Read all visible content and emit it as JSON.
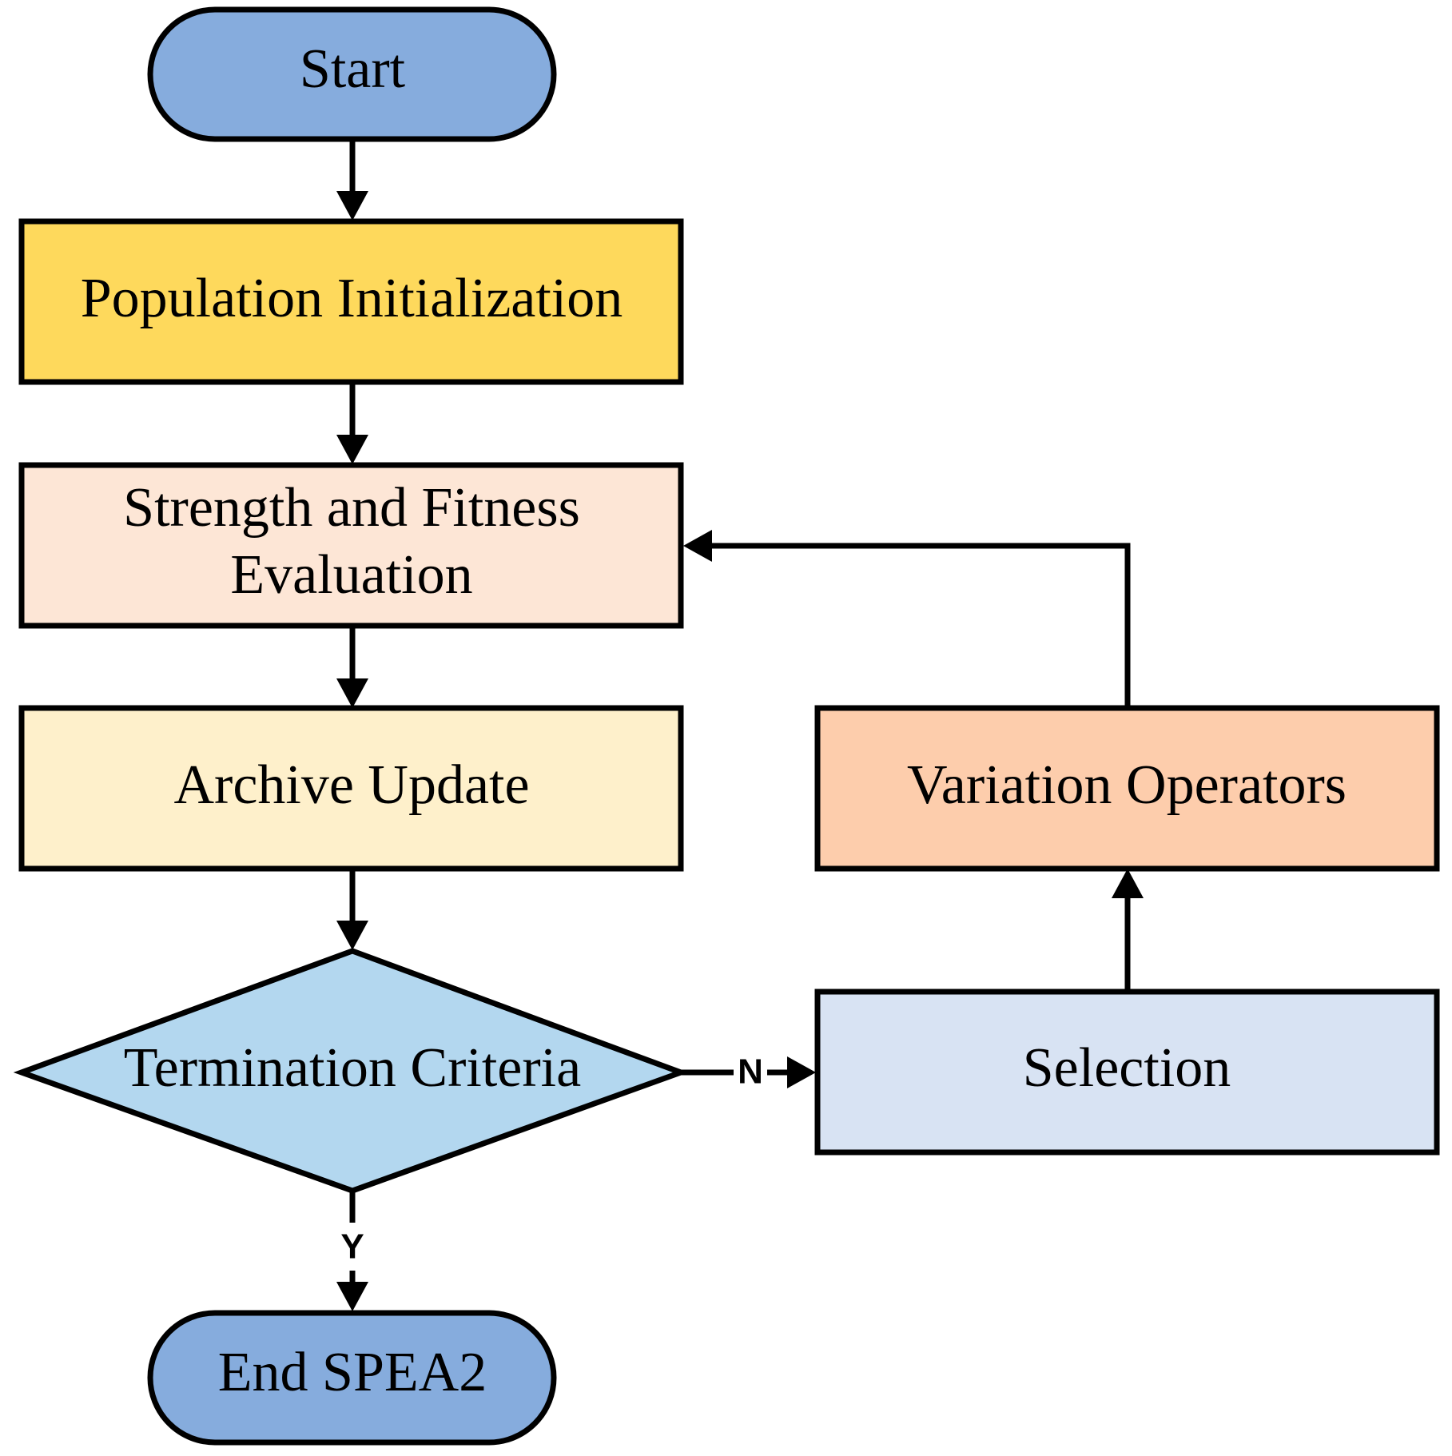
{
  "diagram": {
    "nodes": {
      "start": {
        "label": "Start",
        "shape": "terminal",
        "fill": "#86ACDD"
      },
      "population_init": {
        "label": "Population Initialization",
        "shape": "process",
        "fill": "#FED95C"
      },
      "fitness_eval": {
        "line1": "Strength and Fitness",
        "line2": "Evaluation",
        "shape": "process",
        "fill": "#FDE6D6"
      },
      "archive_update": {
        "label": "Archive Update",
        "shape": "process",
        "fill": "#FEF0CB"
      },
      "termination": {
        "label": "Termination Criteria",
        "shape": "decision",
        "fill": "#B3D7EF"
      },
      "end": {
        "label": "End SPEA2",
        "shape": "terminal",
        "fill": "#86ACDD"
      },
      "selection": {
        "label": "Selection",
        "shape": "process",
        "fill": "#D8E3F3"
      },
      "variation": {
        "label": "Variation Operators",
        "shape": "process",
        "fill": "#FDCDAC"
      }
    },
    "edges": [
      {
        "from": "start",
        "to": "population_init"
      },
      {
        "from": "population_init",
        "to": "fitness_eval"
      },
      {
        "from": "fitness_eval",
        "to": "archive_update"
      },
      {
        "from": "archive_update",
        "to": "termination"
      },
      {
        "from": "termination",
        "to": "end",
        "label": "Y"
      },
      {
        "from": "termination",
        "to": "selection",
        "label": "N"
      },
      {
        "from": "selection",
        "to": "variation"
      },
      {
        "from": "variation",
        "to": "fitness_eval"
      }
    ],
    "labels": {
      "yes": "Y",
      "no": "N"
    }
  }
}
